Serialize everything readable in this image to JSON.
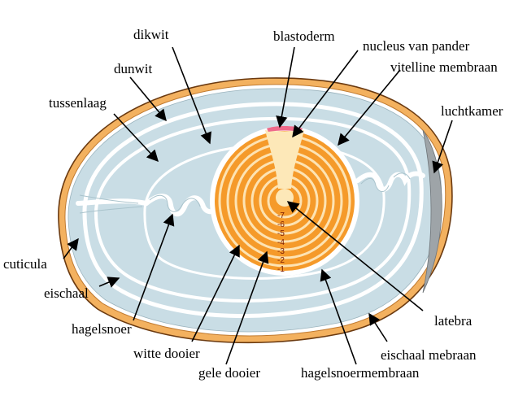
{
  "labels": {
    "dikwit": "dikwit",
    "blastoderm": "blastoderm",
    "nucleus": "nucleus van pander",
    "vitelline": "vitelline membraan",
    "dunwit": "dunwit",
    "tussenlaag": "tussenlaag",
    "luchtkamer": "luchtkamer",
    "cuticula": "cuticula",
    "eischaal": "eischaal",
    "hagelsnoer": "hagelsnoer",
    "latebra": "latebra",
    "witte_dooier": "witte dooier",
    "eischaal_mebraan": "eischaal mebraan",
    "gele_dooier": "gele dooier",
    "hagelsnoermembraan": "hagelsnoermembraan"
  },
  "ring_numbers": [
    "-7",
    "-6",
    "-5",
    "-4",
    "-3",
    "-2",
    "-1"
  ],
  "colors": {
    "shell": "#f3b15f",
    "shell_outline": "#6b3a10",
    "albumen": "#c9dde5",
    "membrane_line": "#ffffff",
    "yolk_dark": "#f59a2a",
    "yolk_light": "#fde3b3",
    "latebra": "#fde8b8",
    "blastoderm": "#ee6a8a",
    "air_cell": "#9ea4a8"
  }
}
